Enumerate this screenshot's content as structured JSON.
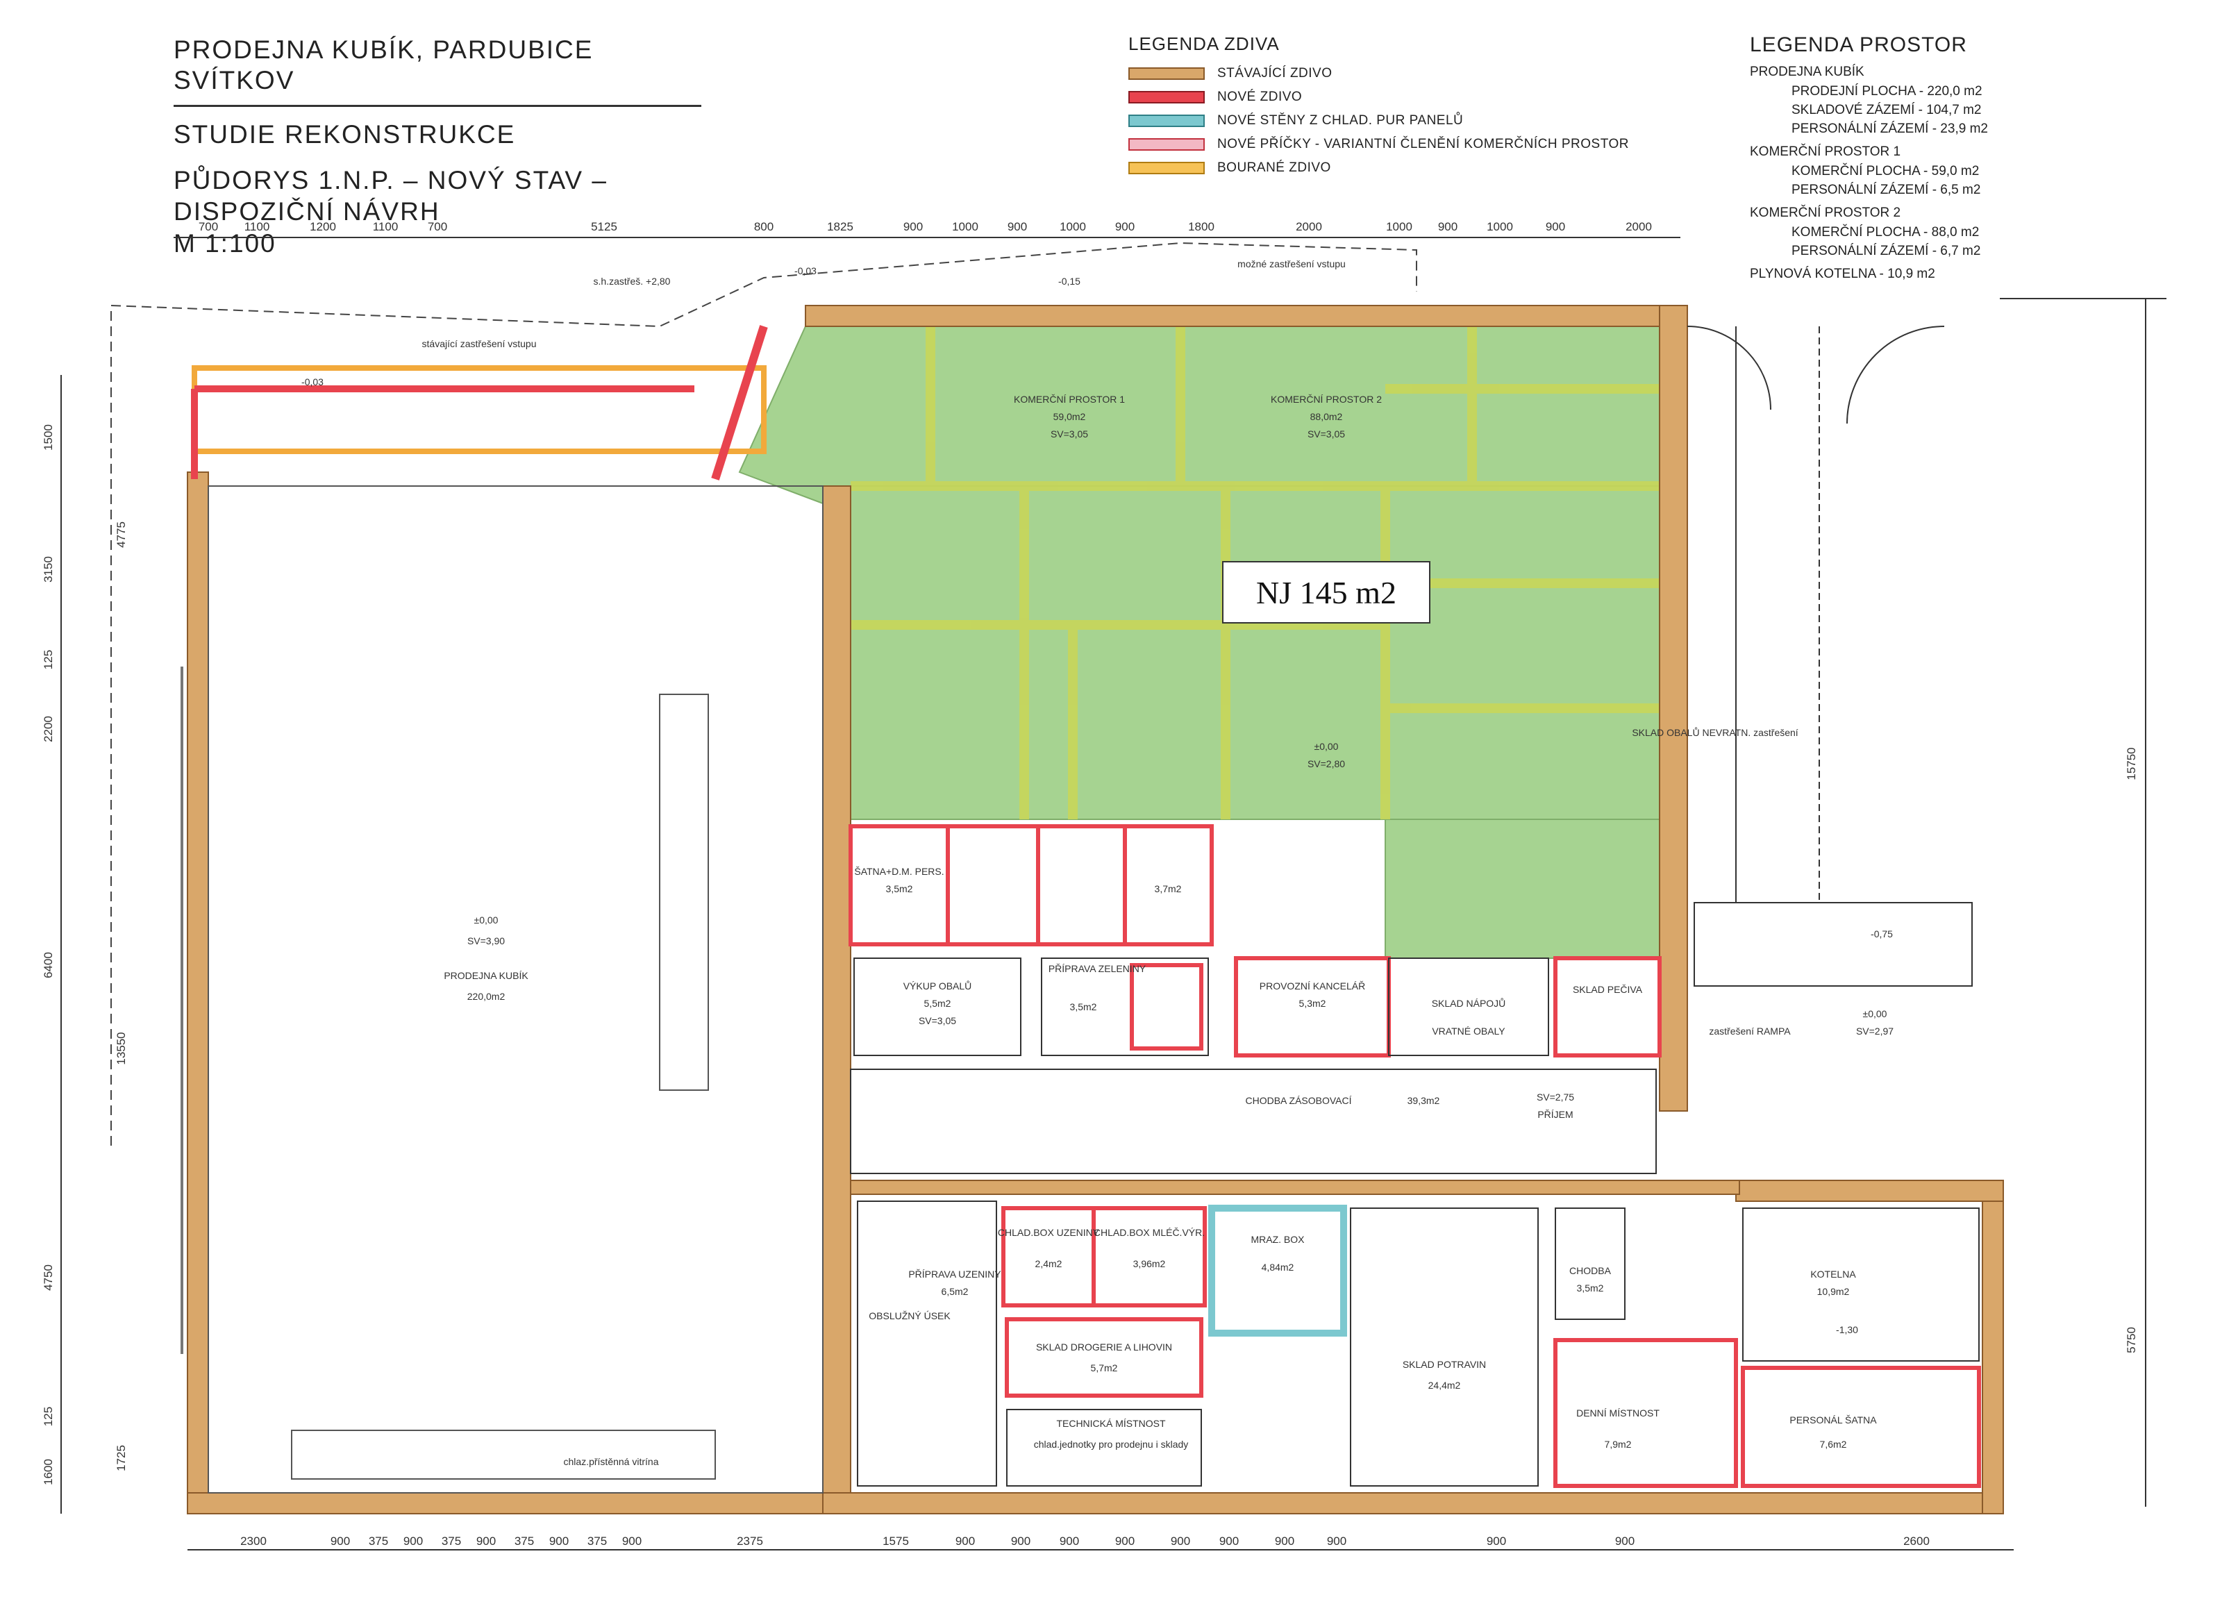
{
  "title": {
    "line1": "PRODEJNA KUBÍK, PARDUBICE SVÍTKOV",
    "line2": "STUDIE REKONSTRUKCE",
    "line3": "PŮDORYS 1.N.P. – NOVÝ STAV – DISPOZIČNÍ NÁVRH",
    "line4": "M 1:100"
  },
  "legend_walls": {
    "heading": "LEGENDA ZDIVA",
    "items": [
      {
        "label": "STÁVAJÍCÍ ZDIVO",
        "fill": "#d9a76a",
        "border": "#8a5a2a"
      },
      {
        "label": "NOVÉ ZDIVO",
        "fill": "#e8434e",
        "border": "#8a1a22"
      },
      {
        "label": "NOVÉ STĚNY Z CHLAD. PUR PANELŮ",
        "fill": "#7cc8cf",
        "border": "#2e7f86"
      },
      {
        "label": "NOVÉ PŘÍČKY - VARIANTNÍ ČLENĚNÍ KOMERČNÍCH PROSTOR",
        "fill": "#f3b8c4",
        "border": "#c2323f"
      },
      {
        "label": "BOURANÉ ZDIVO",
        "fill": "#f6c257",
        "border": "#b07c12"
      }
    ]
  },
  "legend_spaces": {
    "heading": "LEGENDA PROSTOR",
    "groups": [
      {
        "name": "PRODEJNA KUBÍK",
        "items": [
          "PRODEJNÍ PLOCHA - 220,0 m2",
          "SKLADOVÉ ZÁZEMÍ - 104,7 m2",
          "PERSONÁLNÍ ZÁZEMÍ - 23,9 m2"
        ]
      },
      {
        "name": "KOMERČNÍ PROSTOR 1",
        "items": [
          "KOMERČNÍ PLOCHA - 59,0 m2",
          "PERSONÁLNÍ ZÁZEMÍ - 6,5 m2"
        ]
      },
      {
        "name": "KOMERČNÍ PROSTOR 2",
        "items": [
          "KOMERČNÍ PLOCHA - 88,0 m2",
          "PERSONÁLNÍ ZÁZEMÍ - 6,7 m2"
        ]
      },
      {
        "name": "PLYNOVÁ KOTELNA - 10,9 m2",
        "items": []
      }
    ]
  },
  "annotation": "NJ 145 m2",
  "colors": {
    "existing_wall": "#d9a76a",
    "new_wall": "#e8434e",
    "commercial_area": "#a6d391",
    "commercial_partition": "#c8d65a",
    "line": "#333333"
  },
  "rooms": {
    "prodejna_level": "±0,00",
    "prodejna_sv": "SV=3,90",
    "prodejna_name": "PRODEJNA KUBÍK",
    "prodejna_area": "220,0m2",
    "komercni1_name": "KOMERČNÍ PROSTOR 1",
    "komercni1_area": "59,0m2",
    "komercni1_sv": "SV=3,05",
    "komercni2_name": "KOMERČNÍ PROSTOR 2",
    "komercni2_area": "88,0m2",
    "komercni2_sv": "SV=3,05",
    "satna_name": "ŠATNA+D.M. PERS.",
    "satna_area": "3,5m2",
    "satna2_area": "3,7m2",
    "vykup_name": "VÝKUP OBALŮ",
    "vykup_area": "5,5m2",
    "vykup_sv": "SV=3,05",
    "priprava_zeleniny": "PŘÍPRAVA ZELENINY",
    "priprava_zeleniny_area": "3,5m2",
    "kancelar_name": "PROVOZNÍ KANCELÁŘ",
    "kancelar_area": "5,3m2",
    "chodba_name": "CHODBA ZÁSOBOVACÍ",
    "chodba_area": "39,3m2",
    "prijem_name": "PŘÍJEM",
    "prijem_sv": "SV=2,75",
    "sklad_napoju": "SKLAD NÁPOJŮ",
    "vratne_obaly": "VRATNÉ OBALY",
    "sklad_peciva": "SKLAD PEČIVA",
    "rampa": "zastřešení RAMPA",
    "rampa_level": "±0,00",
    "rampa_sv": "SV=2,97",
    "venku_level": "-0,75",
    "sklad_obalu": "SKLAD OBALŮ NEVRATN. zastřešení",
    "priprava_uzeniny": "PŘÍPRAVA UZENINY",
    "priprava_uzeniny_area": "6,5m2",
    "chlad_box_uzeniny": "CHLAD.BOX UZENINY",
    "chlad_box_uzeniny_area": "2,4m2",
    "chlad_box_mlec": "CHLAD.BOX MLÉČ.VÝR.",
    "chlad_box_mlec_area": "3,96m2",
    "mraz_box": "MRAZ. BOX",
    "mraz_box_area": "4,84m2",
    "sklad_drogerie": "SKLAD DROGERIE A LIHOVIN",
    "sklad_drogerie_area": "5,7m2",
    "technicka": "TECHNICKÁ MÍSTNOST",
    "chlad_jednotky": "chlad.jednotky pro prodejnu i sklady",
    "sklad_potravin": "SKLAD POTRAVIN",
    "sklad_potravin_area": "24,4m2",
    "chodba2": "CHODBA",
    "chodba2_area": "3,5m2",
    "kotelna": "KOTELNA",
    "kotelna_area": "10,9m2",
    "kotelna_level": "-1,30",
    "denni_mistnost": "DENNÍ MÍSTNOST",
    "denni_area": "7,9m2",
    "personal_satna": "PERSONÁL ŠATNA",
    "personal_area": "7,6m2",
    "obsluzny_usek": "OBSLUŽNÝ ÚSEK",
    "vitrina": "chlaz.přístěnná vitrína",
    "komercni_level": "±0,00",
    "komercni_sv": "SV=2,80",
    "level_003": "-0,03",
    "level_015": "-0,15",
    "zastreseni_vstupu": "stávající zastřešení vstupu",
    "mozne_zastreseni": "možné zastřešení vstupu",
    "sh_zastreseni": "s.h.zastřeš. +2,80"
  },
  "dimensions": {
    "top_row_left": [
      "700",
      "1100",
      "1200",
      "1100",
      "700",
      "5125",
      "800",
      "1825",
      "900",
      "1000",
      "900",
      "1000",
      "900",
      "1800",
      "2000",
      "1000",
      "900",
      "1000",
      "900",
      "2000"
    ],
    "bottom_row": [
      "2300",
      "900",
      "375",
      "900",
      "375",
      "900",
      "375",
      "900",
      "375",
      "900",
      "2375",
      "1575",
      "900",
      "900",
      "900",
      "900",
      "900",
      "900",
      "900",
      "900",
      "900",
      "900",
      "2600"
    ],
    "left_column": [
      "1500",
      "4775",
      "3150",
      "125",
      "2200",
      "6400",
      "13550",
      "4750",
      "125",
      "1600",
      "1725"
    ],
    "right_column": [
      "15750",
      "5750"
    ]
  }
}
